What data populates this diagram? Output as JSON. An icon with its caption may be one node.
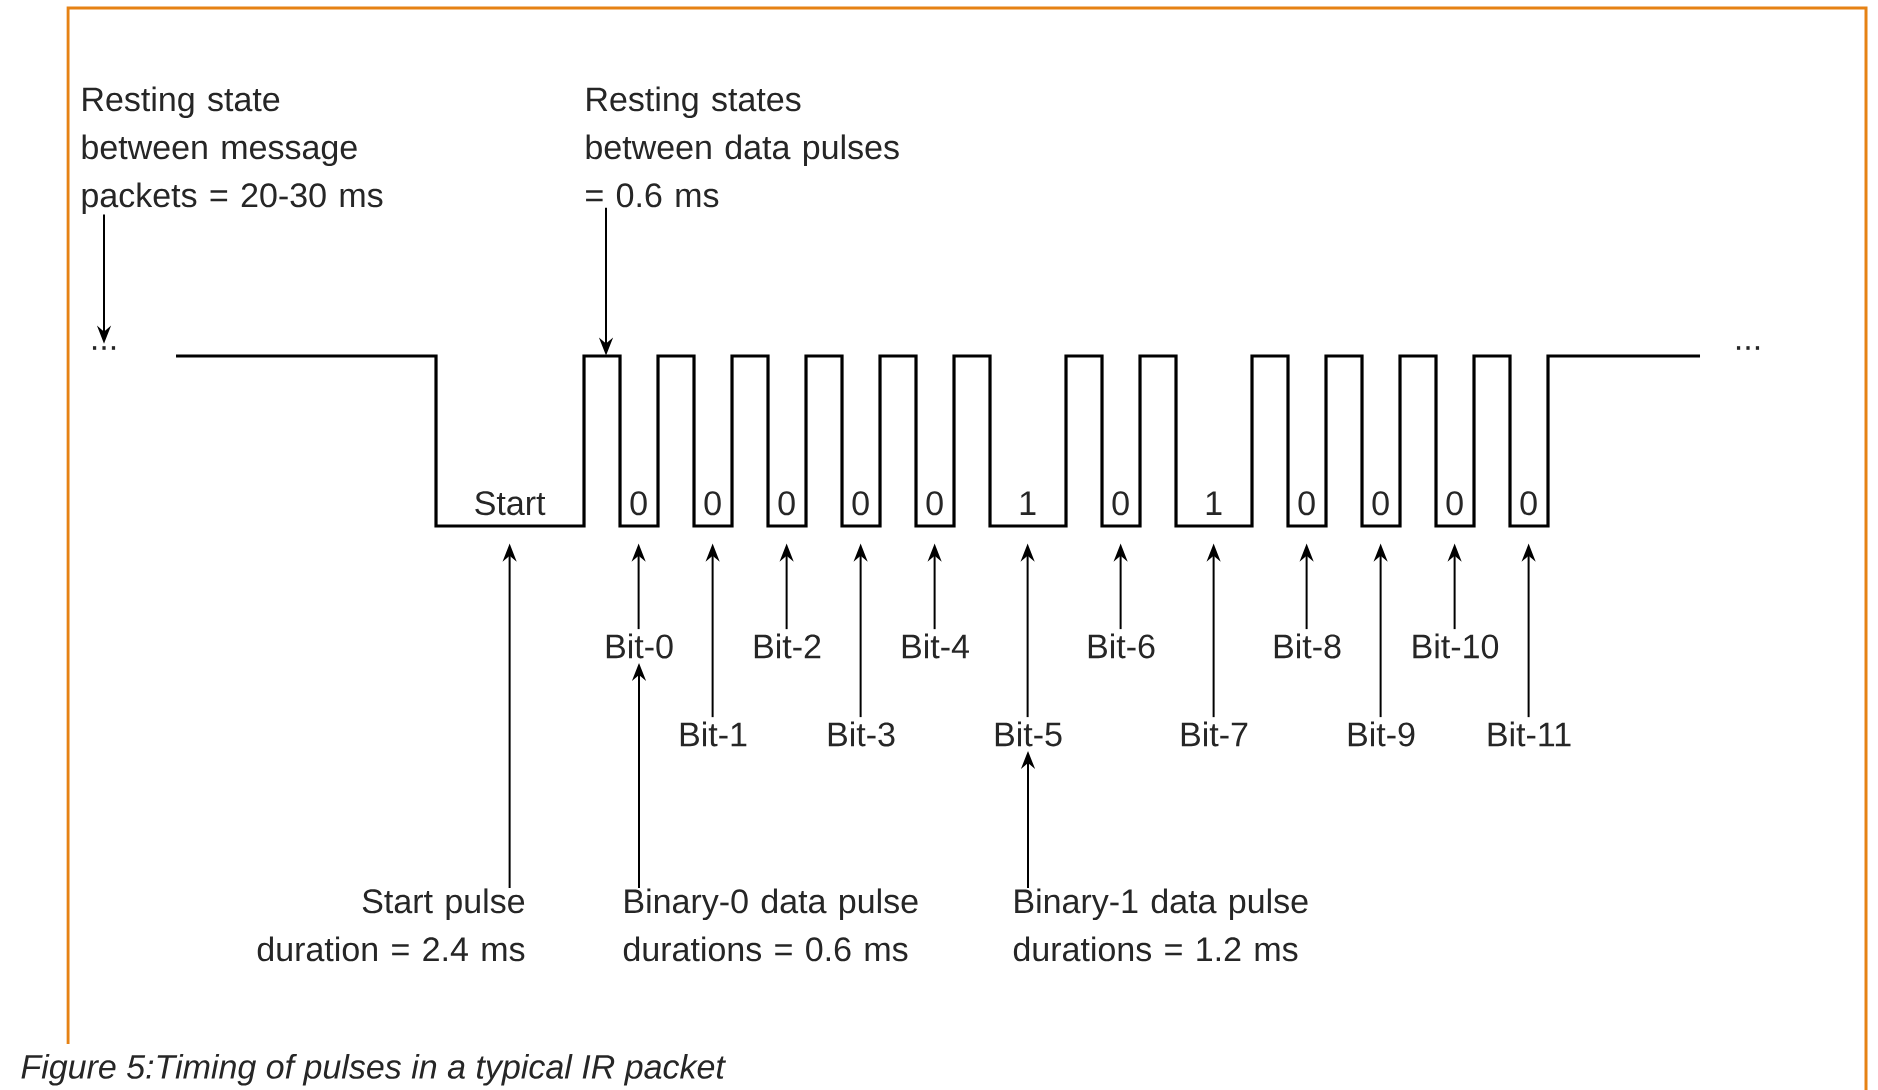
{
  "diagram": {
    "caption": "Figure 5:Timing of pulses in a typical IR packet",
    "nodes": [
      {
        "text": [
          "Resting state between message packets = 20-30 ms"
        ]
      },
      {
        "text": [
          "Resting states between data pulses = 0.6 ms"
        ]
      },
      {
        "text": [
          "..."
        ]
      },
      {
        "text": [],
        "shape": "picture"
      },
      {
        "text": [
          "Start"
        ],
        "in": 3
      },
      {
        "text": [
          "0"
        ],
        "in": 3
      },
      {
        "text": [
          "0"
        ],
        "in": 3
      },
      {
        "text": [
          "0"
        ],
        "in": 3
      },
      {
        "text": [
          "0"
        ],
        "in": 3
      },
      {
        "text": [
          "0"
        ],
        "in": 3
      },
      {
        "text": [
          "1"
        ],
        "in": 3
      },
      {
        "text": [
          "0"
        ],
        "in": 3
      },
      {
        "text": [
          "1"
        ],
        "in": 3
      },
      {
        "text": [
          "0"
        ],
        "in": 3
      },
      {
        "text": [
          "0"
        ],
        "in": 3
      },
      {
        "text": [
          "0"
        ],
        "in": 3
      },
      {
        "text": [
          "0"
        ],
        "in": 3
      },
      {
        "text": [
          "Bit-0"
        ]
      },
      {
        "text": [
          "Bit-1"
        ]
      },
      {
        "text": [
          "Bit-2"
        ]
      },
      {
        "text": [
          "Bit-3"
        ]
      },
      {
        "text": [
          "Bit-4"
        ]
      },
      {
        "text": [
          "Bit-5"
        ]
      },
      {
        "text": [
          "Bit-6"
        ]
      },
      {
        "text": [
          "Bit-7"
        ]
      },
      {
        "text": [
          "Bit-8"
        ]
      },
      {
        "text": [
          "Bit-9"
        ]
      },
      {
        "text": [
          "Bit-10"
        ]
      },
      {
        "text": [
          "Bit-11"
        ]
      },
      {
        "text": [
          "Start pulse duration = 2.4 ms"
        ]
      },
      {
        "text": [
          "Binary-0 data pulse durations = 0.6 ms"
        ]
      },
      {
        "text": [
          "Binary-1 data pulse durations = 1.2 ms"
        ]
      }
    ],
    "edges": [
      {
        "from": 0,
        "to": 2,
        "arrow": "to"
      },
      {
        "from": 1,
        "to": 3,
        "arrow": "to"
      },
      {
        "from": 29,
        "to": 4,
        "arrow": "to"
      },
      {
        "from": 17,
        "to": 5,
        "arrow": "to"
      },
      {
        "from": 18,
        "to": 6,
        "arrow": "to"
      },
      {
        "from": 19,
        "to": 7,
        "arrow": "to"
      },
      {
        "from": 20,
        "to": 8,
        "arrow": "to"
      },
      {
        "from": 21,
        "to": 9,
        "arrow": "to"
      },
      {
        "from": 22,
        "to": 10,
        "arrow": "to"
      },
      {
        "from": 23,
        "to": 11,
        "arrow": "to"
      },
      {
        "from": 24,
        "to": 12,
        "arrow": "to"
      },
      {
        "from": 25,
        "to": 13,
        "arrow": "to"
      },
      {
        "from": 26,
        "to": 14,
        "arrow": "to"
      },
      {
        "from": 27,
        "to": 15,
        "arrow": "to"
      },
      {
        "from": 28,
        "to": 16,
        "arrow": "to"
      },
      {
        "from": 30,
        "to": 17,
        "arrow": "to"
      },
      {
        "from": 31,
        "to": 22,
        "arrow": "to"
      }
    ],
    "labels": [
      "..."
    ]
  }
}
